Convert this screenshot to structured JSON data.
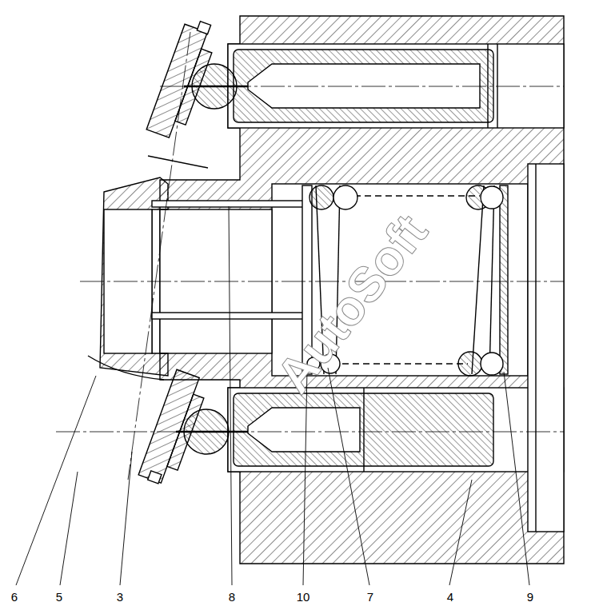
{
  "diagram": {
    "labels": [
      "6",
      "5",
      "3",
      "8",
      "10",
      "7",
      "4",
      "9",
      "AutoSoft"
    ]
  }
}
